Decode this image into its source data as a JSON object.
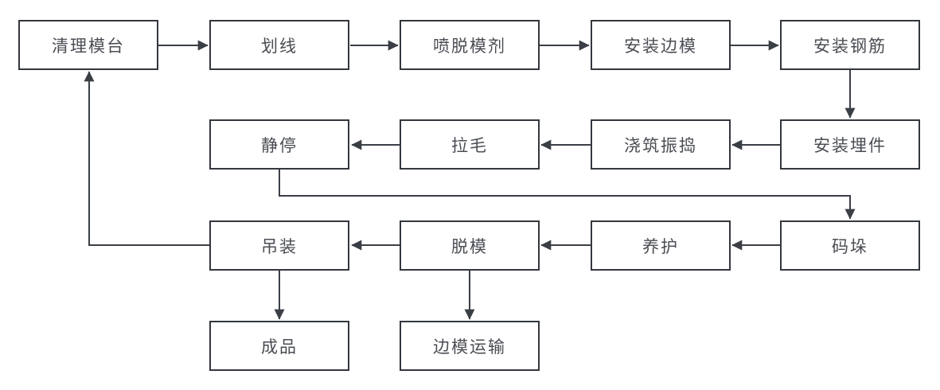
{
  "diagram": {
    "type": "flowchart",
    "background": "#ffffff",
    "colors": {
      "node_border": "#33373e",
      "node_fill": "#ffffff",
      "edge_line": "#3a3e45",
      "text": "#4a4d53"
    },
    "nodes": [
      {
        "id": "clean-mold-table",
        "label": "清理模台"
      },
      {
        "id": "marking",
        "label": "划线"
      },
      {
        "id": "spray-release-agent",
        "label": "喷脱模剂"
      },
      {
        "id": "install-side-mold",
        "label": "安装边模"
      },
      {
        "id": "install-rebar",
        "label": "安装钢筋"
      },
      {
        "id": "install-embedded-parts",
        "label": "安装埋件"
      },
      {
        "id": "pour-and-vibrate",
        "label": "浇筑振捣"
      },
      {
        "id": "roughening",
        "label": "拉毛"
      },
      {
        "id": "resting",
        "label": "静停"
      },
      {
        "id": "stacking",
        "label": "码垛"
      },
      {
        "id": "curing",
        "label": "养护"
      },
      {
        "id": "demolding",
        "label": "脱模"
      },
      {
        "id": "hoisting",
        "label": "吊装"
      },
      {
        "id": "finished-product",
        "label": "成品"
      },
      {
        "id": "side-mold-transport",
        "label": "边模运输"
      }
    ],
    "edges": [
      {
        "from": "clean-mold-table",
        "to": "marking"
      },
      {
        "from": "marking",
        "to": "spray-release-agent"
      },
      {
        "from": "spray-release-agent",
        "to": "install-side-mold"
      },
      {
        "from": "install-side-mold",
        "to": "install-rebar"
      },
      {
        "from": "install-rebar",
        "to": "install-embedded-parts"
      },
      {
        "from": "install-embedded-parts",
        "to": "pour-and-vibrate"
      },
      {
        "from": "pour-and-vibrate",
        "to": "roughening"
      },
      {
        "from": "roughening",
        "to": "resting"
      },
      {
        "from": "resting",
        "to": "stacking"
      },
      {
        "from": "stacking",
        "to": "curing"
      },
      {
        "from": "curing",
        "to": "demolding"
      },
      {
        "from": "demolding",
        "to": "hoisting"
      },
      {
        "from": "hoisting",
        "to": "clean-mold-table"
      },
      {
        "from": "hoisting",
        "to": "finished-product"
      },
      {
        "from": "demolding",
        "to": "side-mold-transport"
      }
    ]
  }
}
